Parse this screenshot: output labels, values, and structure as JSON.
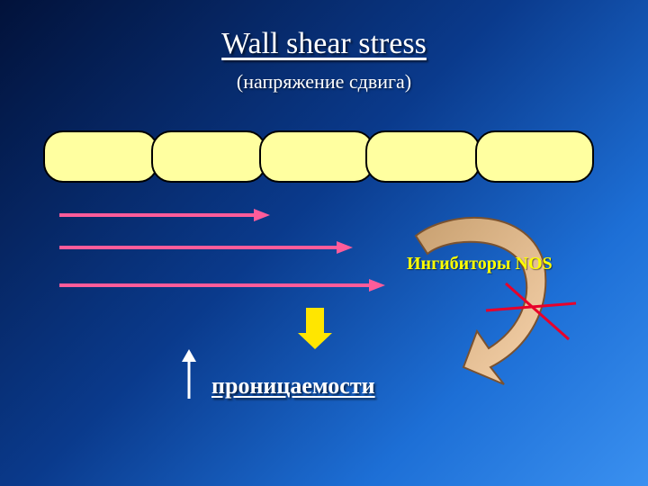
{
  "title": "Wall shear stress",
  "subtitle": "(напряжение сдвига)",
  "inhibitors_label": "Ингибиторы NOS",
  "permeability_label": "проницаемости",
  "cell_count": 5,
  "colors": {
    "cell_fill": "#ffffa0",
    "flow_arrow": "#ff5c9a",
    "curved_arrow": "#f5c89a",
    "down_arrow": "#ffe600",
    "cross": "#e8002a",
    "text_yellow": "#ffff00"
  }
}
